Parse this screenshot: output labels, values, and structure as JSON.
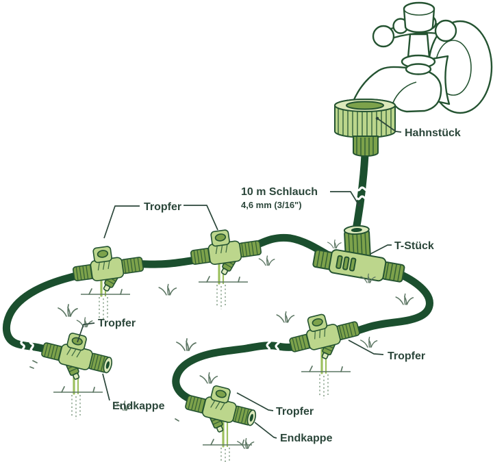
{
  "labels": {
    "hahnstueck": "Hahnstück",
    "schlauch_line1": "10 m Schlauch",
    "schlauch_line2": "4,6 mm (3/16\")",
    "t_stueck": "T-Stück",
    "tropfer": "Tropfer",
    "endkappe": "Endkappe"
  },
  "colors": {
    "paper": "#ffffff",
    "hose": "#1b4f2e",
    "outline": "#245331",
    "fit_light": "#bcd68c",
    "fit_mid": "#7da24b",
    "fit_hi": "#dce9bb",
    "stem": "#9cc05e",
    "grass": "#5c7663",
    "drip": "#8aa48e",
    "label": "#2b463a"
  }
}
